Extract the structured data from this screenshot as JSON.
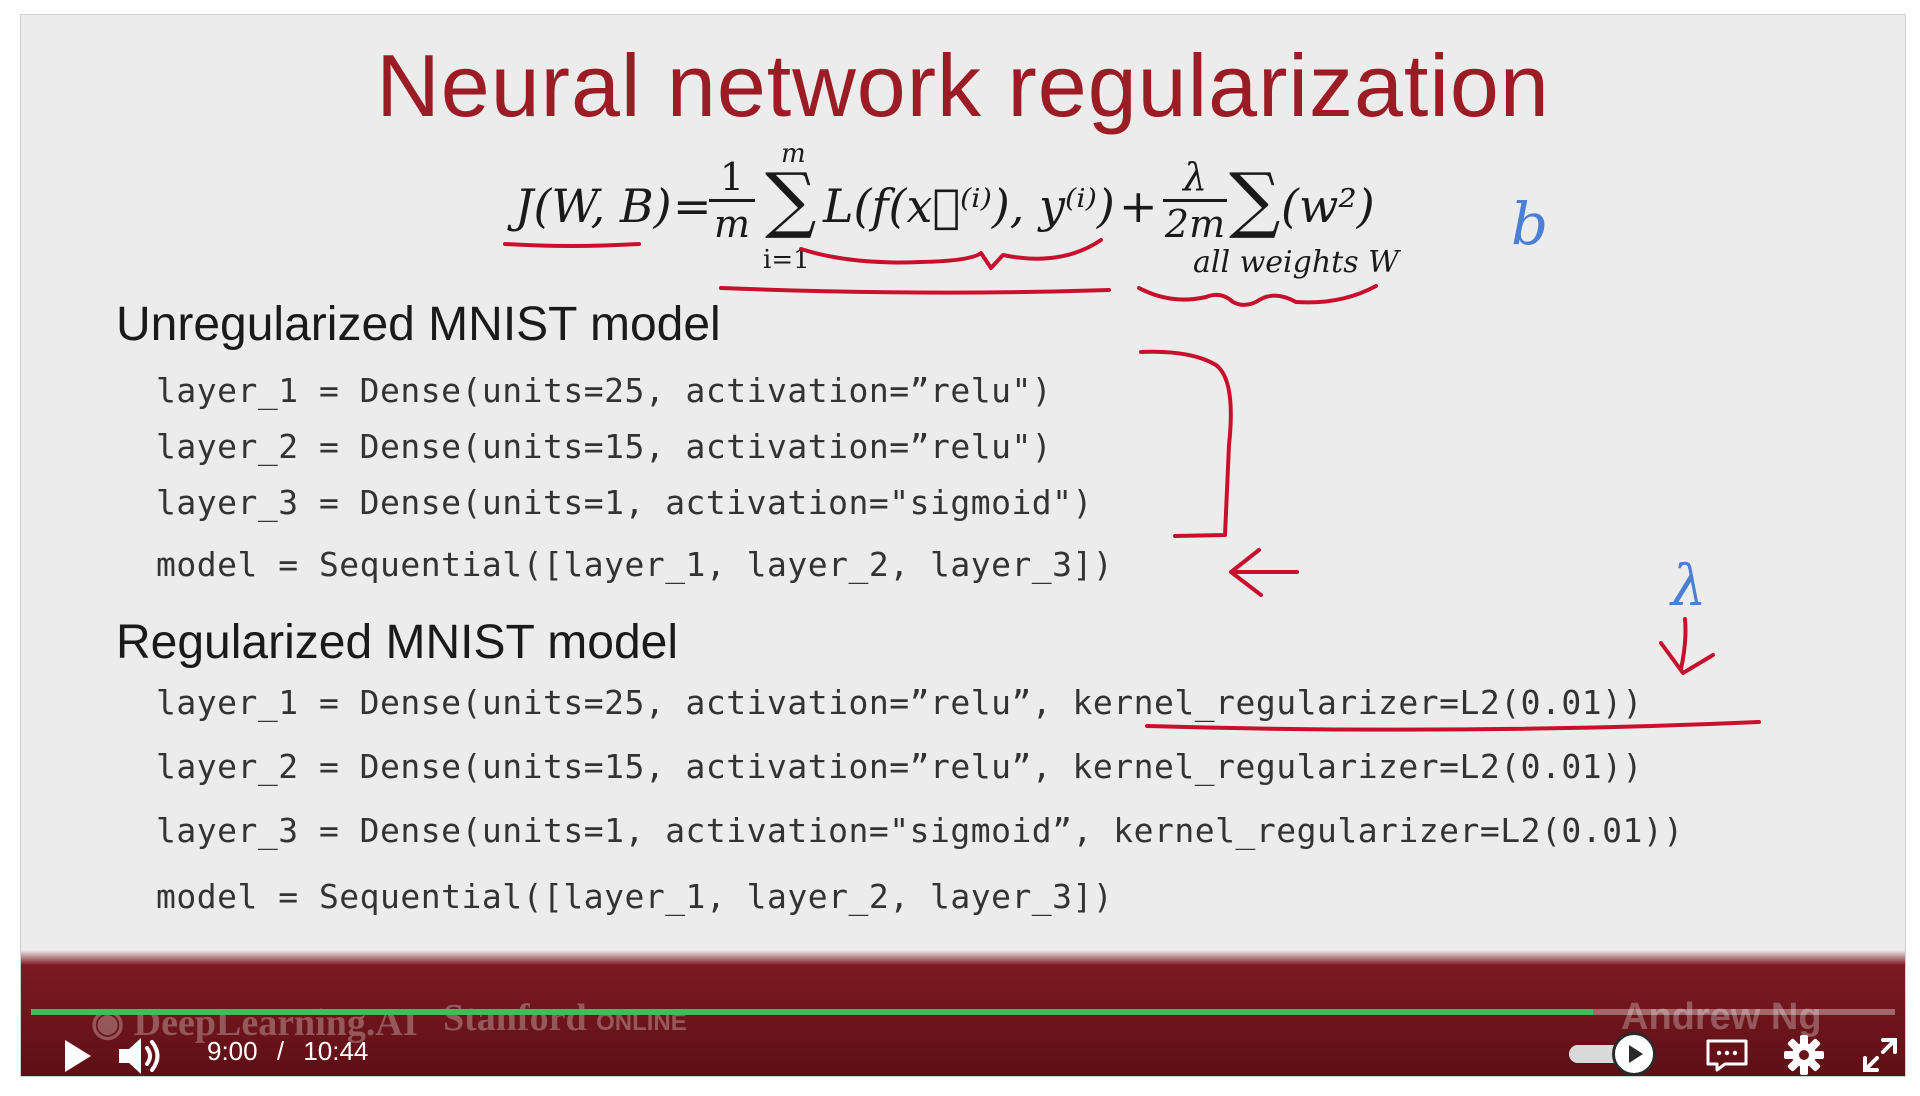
{
  "slide": {
    "title": "Neural network regularization",
    "formula": {
      "lhs": "J(W, B)",
      "eq": "=",
      "frac1_num": "1",
      "frac1_den": "m",
      "sum1_top": "m",
      "sum1_bottom": "i=1",
      "loss_term": "L(f(x⃗⁽ⁱ⁾), y⁽ⁱ⁾)",
      "plus": "+",
      "frac2_num": "λ",
      "frac2_den": "2m",
      "reg_term": "(w²)",
      "sum2_label": "all weights W"
    },
    "unregularized": {
      "heading": "Unregularized MNIST model",
      "lines": [
        "layer_1 = Dense(units=25, activation=”relu\")",
        "layer_2 = Dense(units=15, activation=”relu\")",
        "layer_3 = Dense(units=1, activation=\"sigmoid\")",
        "model = Sequential([layer_1, layer_2, layer_3])"
      ]
    },
    "regularized": {
      "heading": "Regularized MNIST model",
      "lines": [
        "layer_1 = Dense(units=25, activation=”relu”, kernel_regularizer=L2(0.01))",
        "layer_2 = Dense(units=15, activation=”relu”, kernel_regularizer=L2(0.01))",
        "layer_3 = Dense(units=1, activation=\"sigmoid”, kernel_regularizer=L2(0.01))",
        "model = Sequential([layer_1, layer_2, layer_3])"
      ]
    },
    "annotations": {
      "b_note": "b",
      "lambda_note": "λ"
    },
    "colors": {
      "title": "#9b1c24",
      "ink_red": "#c8102e",
      "ink_blue": "#4a7fd4",
      "progress": "#3cbf58"
    }
  },
  "watermarks": {
    "deeplearning": "DeepLearning.AI",
    "stanford": "Stanford",
    "stanford_online": "ONLINE",
    "instructor": "Andrew Ng"
  },
  "player": {
    "current_time": "9:00",
    "separator": "/",
    "duration": "10:44",
    "progress_fraction": 0.838,
    "volume_fraction": 0.7,
    "icons": {
      "play": "play-icon",
      "volume": "volume-icon",
      "captions": "captions-icon",
      "settings": "gear-icon",
      "fullscreen": "fullscreen-icon"
    }
  }
}
